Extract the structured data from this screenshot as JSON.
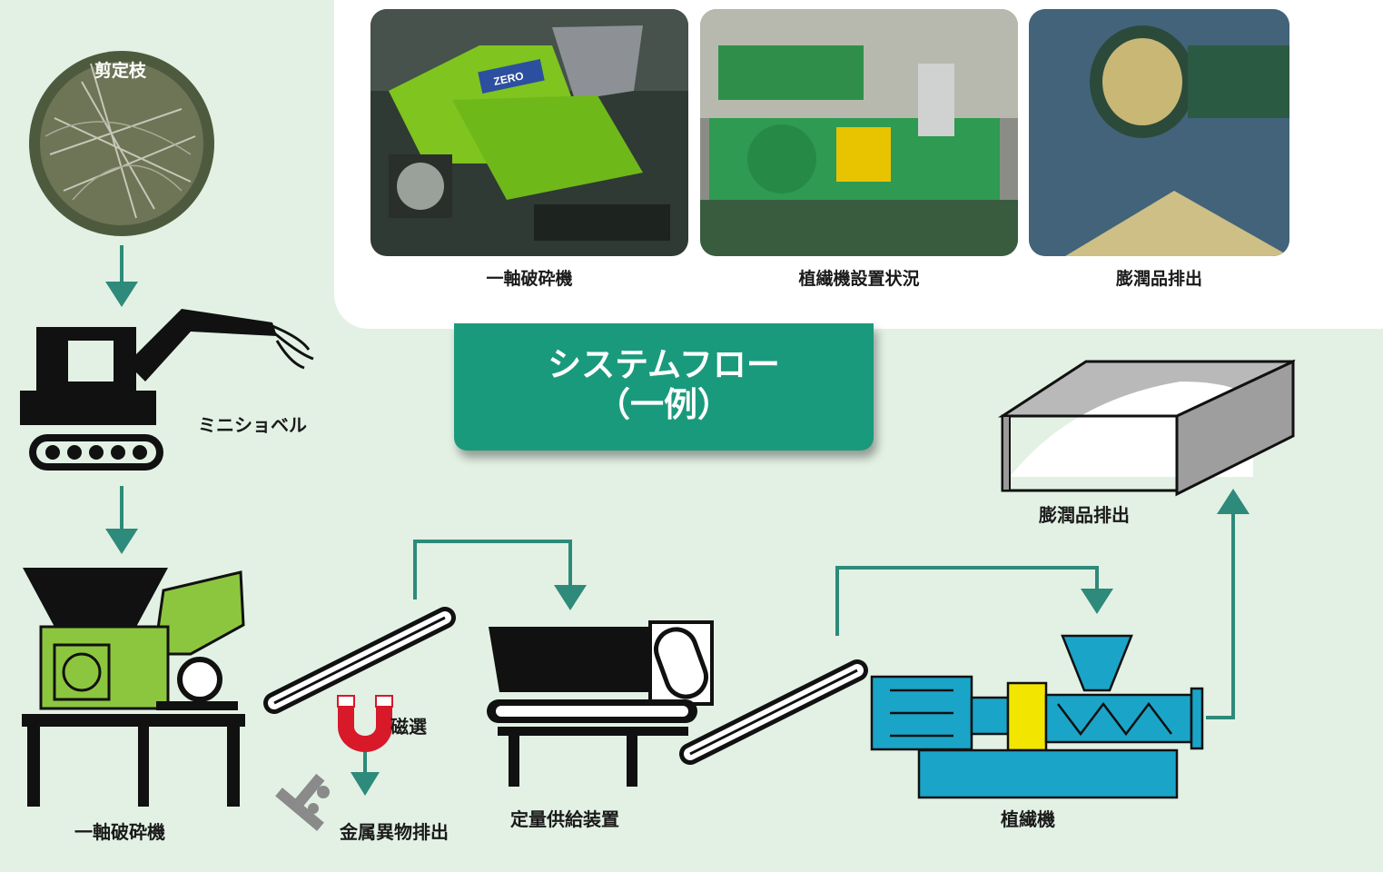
{
  "photos": [
    {
      "caption": "一軸破砕機",
      "machine_badge": "ZERO"
    },
    {
      "caption": "植繊機設置状況"
    },
    {
      "caption": "膨潤品排出"
    }
  ],
  "title": {
    "line1": "システムフロー",
    "line2": "（一例）"
  },
  "flow": {
    "prunings_label": "剪定枝",
    "excavator_label": "ミニショベル",
    "shredder_label": "一軸破砕機",
    "magnet_label": "磁選",
    "metal_label": "金属異物排出",
    "feeder_label": "定量供給装置",
    "extruder_label": "植繊機",
    "output_label": "膨潤品排出"
  },
  "colors": {
    "background": "#e2f1e4",
    "accent_teal": "#1a9a7c",
    "arrow": "#2e8a7a",
    "machine_green": "#8cc63f",
    "extruder_blue": "#1aa5c8",
    "coupling_yellow": "#f2e600",
    "magnet_red": "#d7192a"
  }
}
